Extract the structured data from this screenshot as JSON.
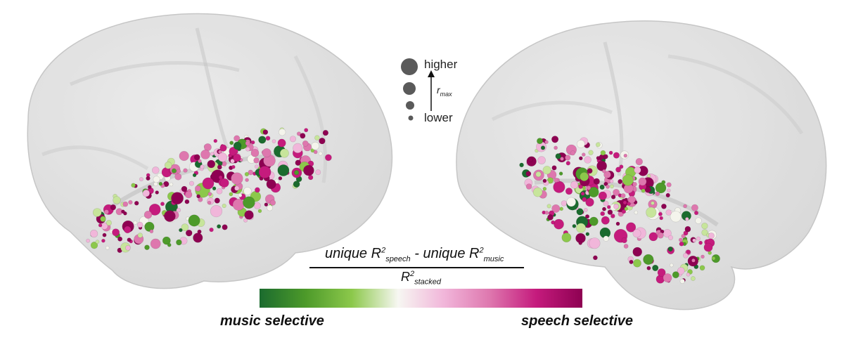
{
  "size_legend": {
    "higher": "higher",
    "lower": "lower",
    "metric": "r",
    "metric_sub": "max"
  },
  "formula": {
    "numerator": {
      "part1": "unique R",
      "sup1": "2",
      "sub1": "speech",
      "minus": " - unique R",
      "sup2": "2",
      "sub2": "music"
    },
    "denominator": {
      "base": "R",
      "sup": "2",
      "sub": "stacked"
    }
  },
  "colorbar": {
    "left_label": "music selective",
    "right_label": "speech selective",
    "stops": [
      "#1b6b2e",
      "#4d9a2a",
      "#8cc84b",
      "#f7f7f2",
      "#f1b6da",
      "#de77ae",
      "#c51b7d",
      "#8e0152"
    ]
  },
  "colors": {
    "brain_fill": "#d9d9d9",
    "brain_stroke": "#bdbdbd",
    "electrode_palette": [
      "#1b6b2e",
      "#4d9a2a",
      "#8cc84b",
      "#c7e59b",
      "#f4f4ec",
      "#f1b6da",
      "#de77ae",
      "#c51b7d",
      "#8e0152"
    ]
  }
}
